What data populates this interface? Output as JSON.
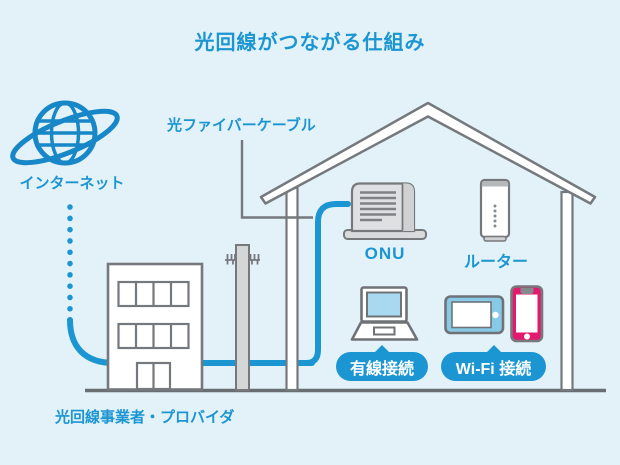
{
  "title": "光回線がつながる仕組み",
  "internet": {
    "label": "インターネット",
    "icon": "globe-icon"
  },
  "fiber_cable": {
    "label": "光ファイバーケーブル",
    "icon": "fiber-cable-line"
  },
  "provider": {
    "label": "光回線事業者・プロバイダ",
    "icon": "office-building-icon"
  },
  "house": {
    "icon": "house-icon",
    "onu": {
      "label": "ONU",
      "icon": "onu-device-icon"
    },
    "router": {
      "label": "ルーター",
      "icon": "router-device-icon"
    },
    "wired_badge": {
      "label": "有線接続",
      "device_icon": "laptop-icon"
    },
    "wifi_badge": {
      "label": "Wi-Fi 接続",
      "device_icons": [
        "tablet-icon",
        "smartphone-icon"
      ]
    }
  },
  "other_icons": [
    "utility-pole-icon",
    "dotted-connection-line",
    "ground-line"
  ],
  "colors": {
    "background": "#e3f1f9",
    "accent_blue": "#1b96d2",
    "globe_blue": "#1787c7",
    "outline_gray": "#75797d",
    "device_gray": "#dfe0e1",
    "ground_gray": "#696e72",
    "phone_magenta": "#e3186f",
    "tablet_blue": "#87cae8",
    "laptop_screen_blue": "#a9d9f0",
    "badge_text": "#ffffff"
  }
}
